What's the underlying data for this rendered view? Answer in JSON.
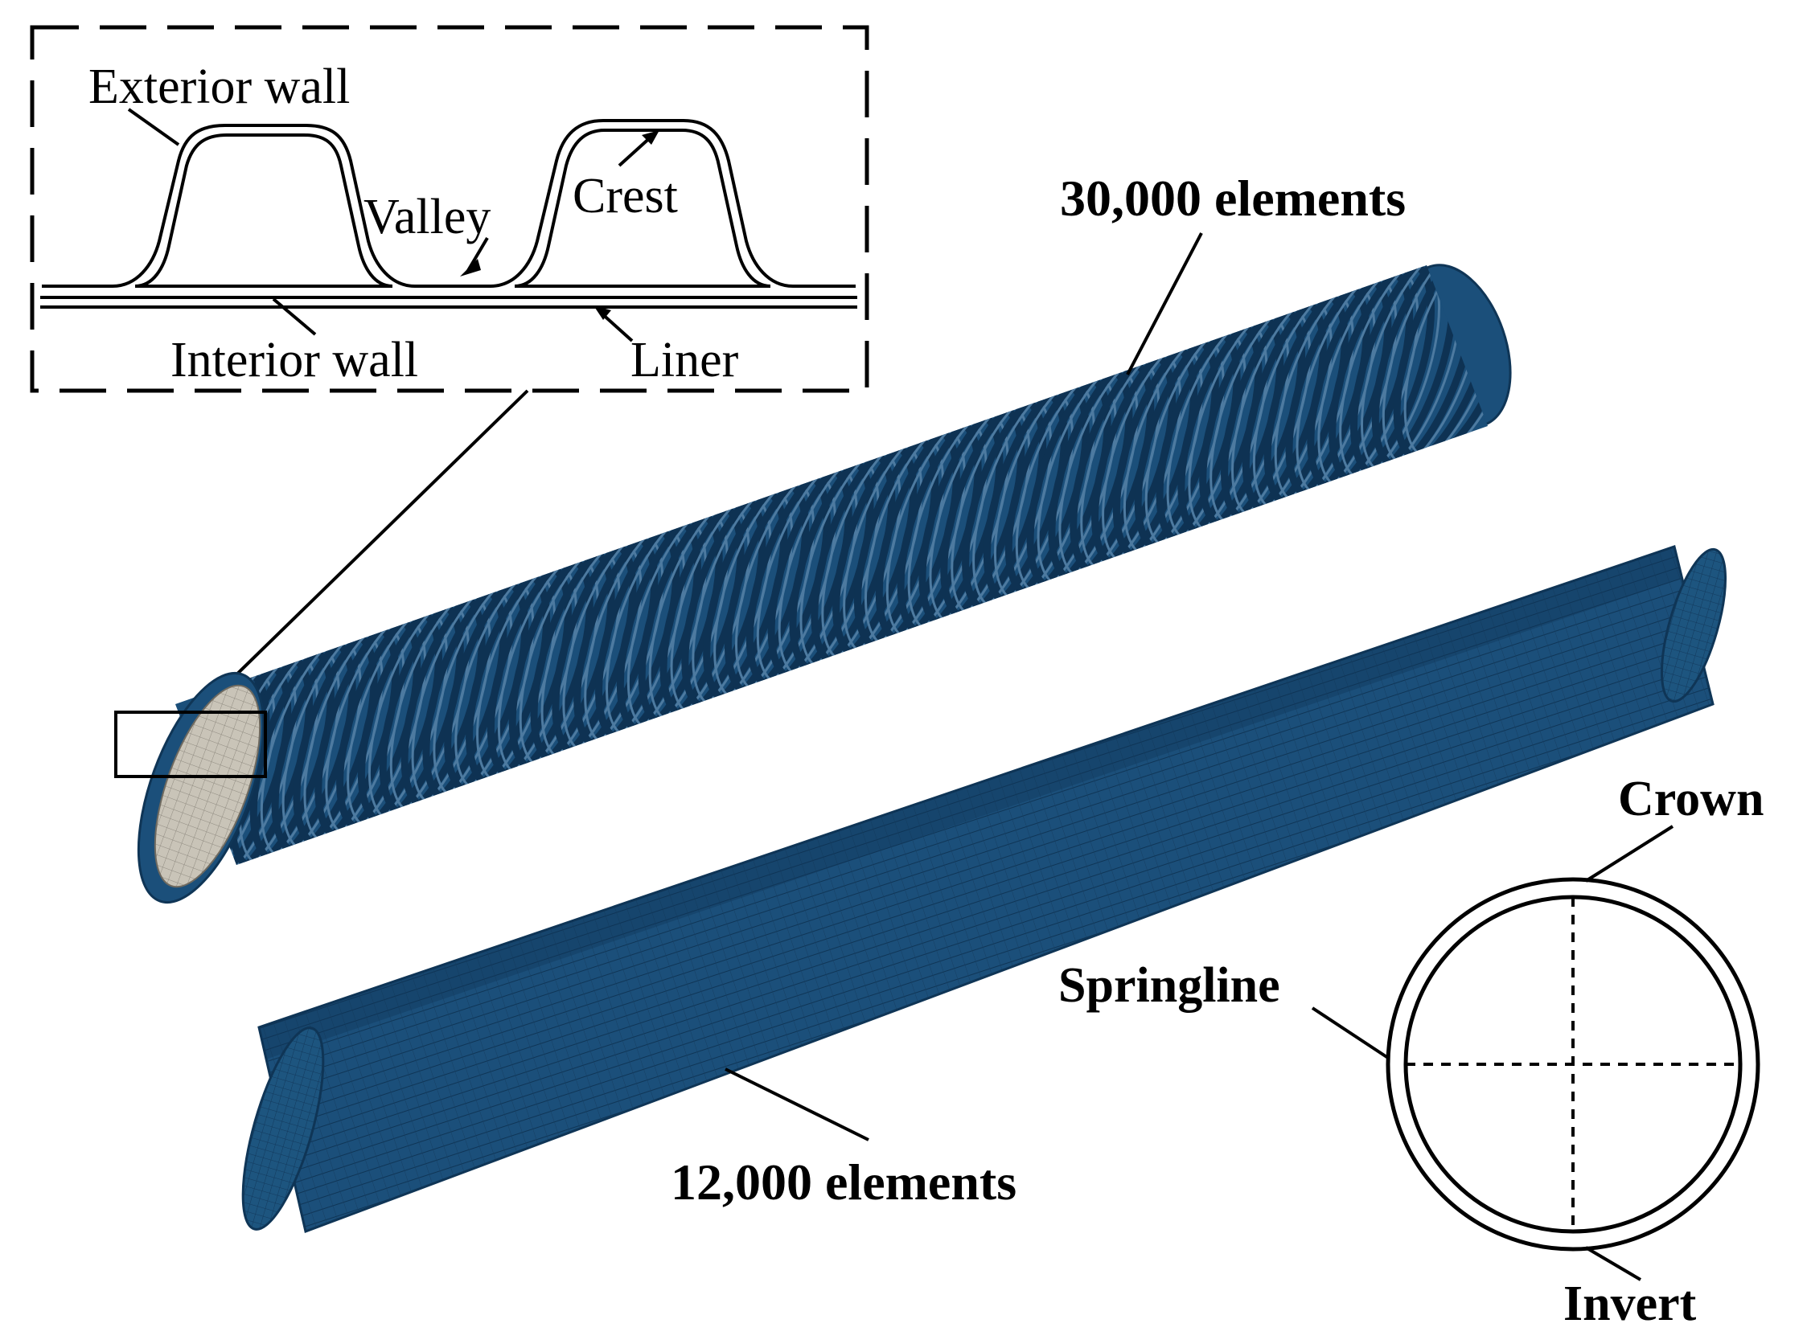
{
  "inset": {
    "exterior_wall": "Exterior wall",
    "valley": "Valley",
    "crest": "Crest",
    "interior_wall": "Interior wall",
    "liner": "Liner"
  },
  "pipes": {
    "corrugated": {
      "element_count_label": "30,000 elements"
    },
    "smooth": {
      "element_count_label": "12,000 elements"
    }
  },
  "cross_section": {
    "crown": "Crown",
    "springline": "Springline",
    "invert": "Invert"
  },
  "colors": {
    "pipe_blue": "#1b4f7a",
    "pipe_blue_dark": "#0f3556",
    "pipe_interior": "#c9c4b8",
    "line": "#000000"
  }
}
